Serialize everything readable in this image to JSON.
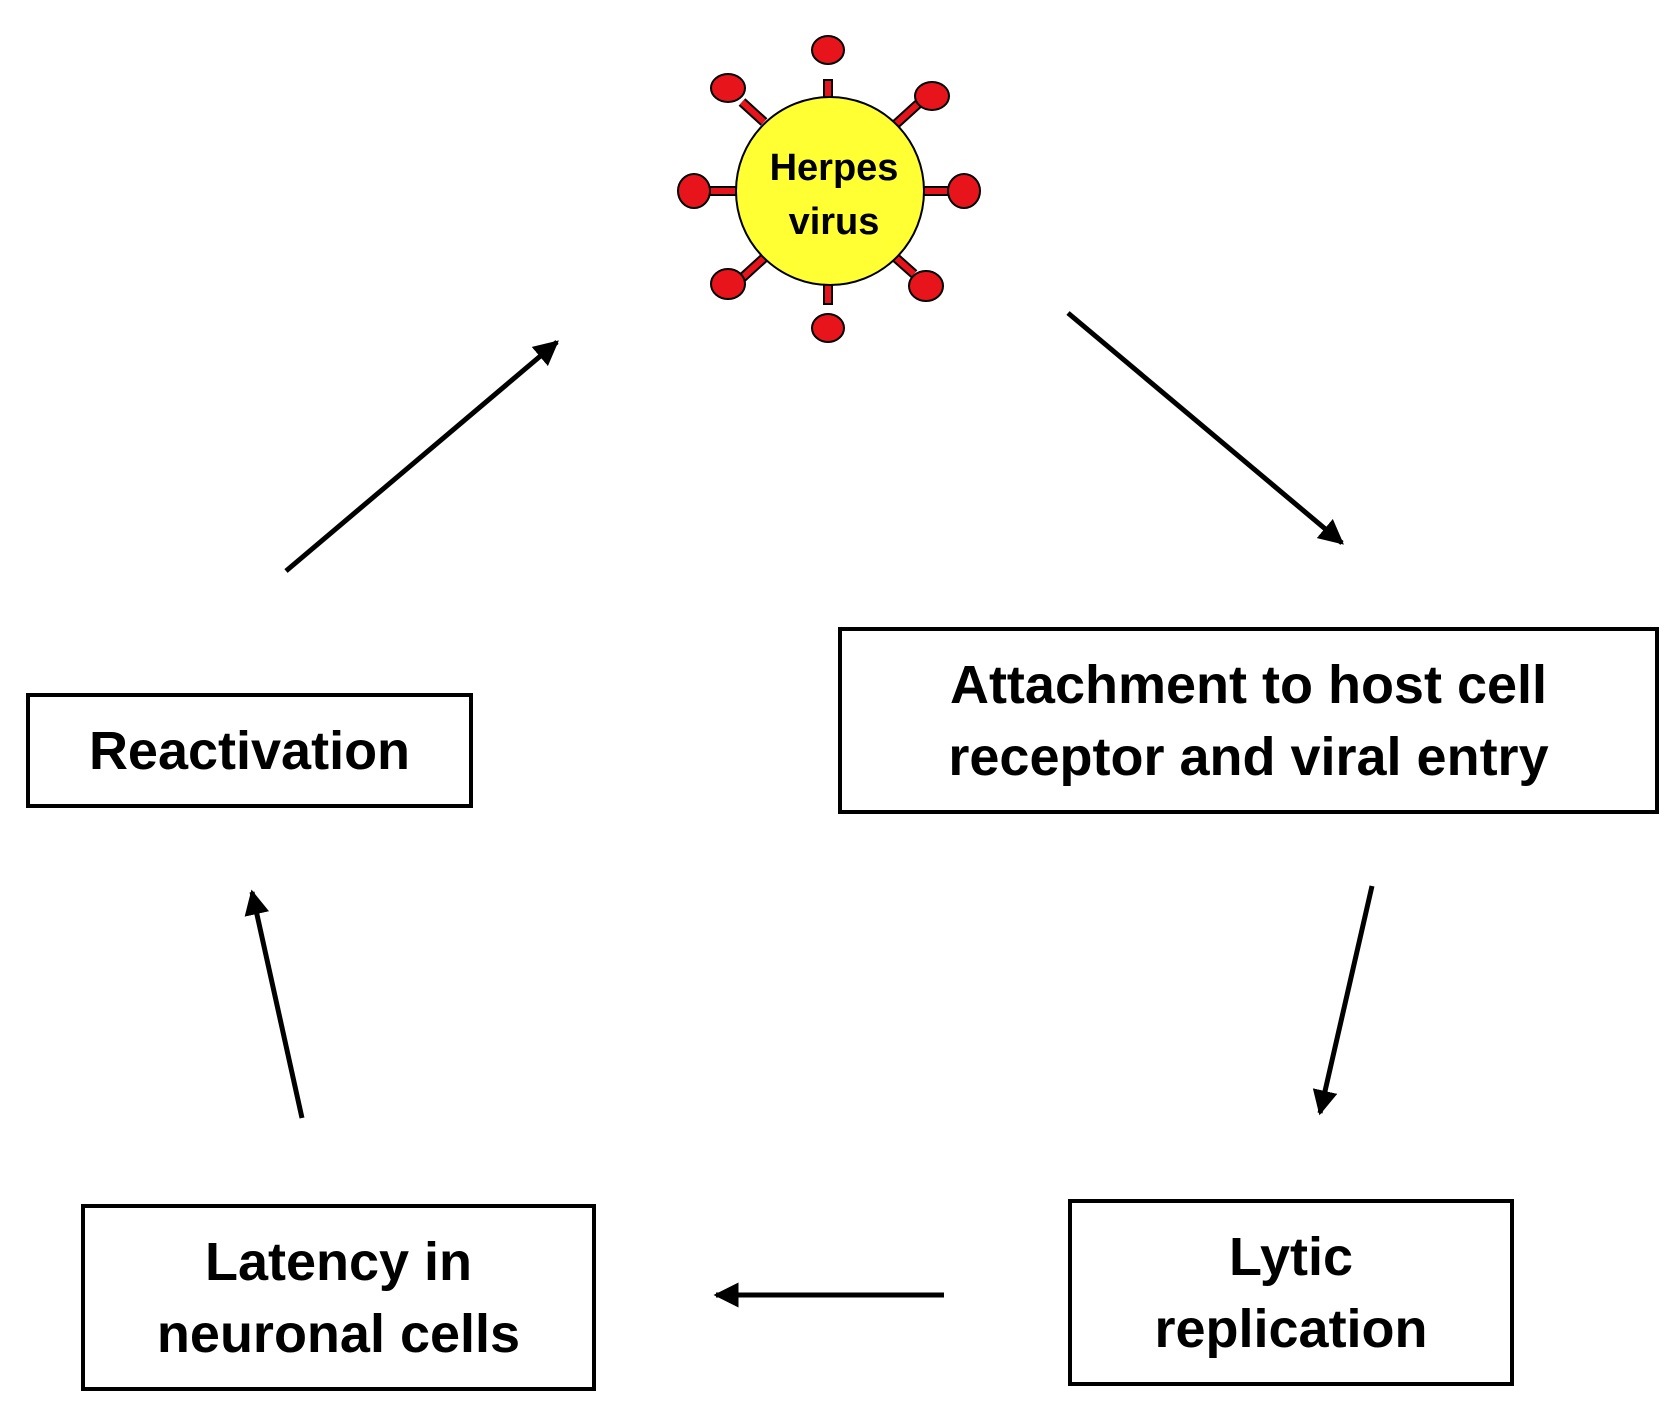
{
  "virus": {
    "line1": "Herpes",
    "line2": "virus",
    "body_color": "#ffff33",
    "spike_color": "#e8141c",
    "outline_color": "#000000"
  },
  "steps": {
    "attachment": {
      "line1": "Attachment to host cell",
      "line2": "receptor and viral entry"
    },
    "lytic": {
      "line1": "Lytic",
      "line2": "replication"
    },
    "latency": {
      "line1": "Latency in",
      "line2": "neuronal cells"
    },
    "reactivation": {
      "line1": "Reactivation"
    }
  },
  "cycle_order": [
    "virus",
    "attachment",
    "lytic",
    "latency",
    "reactivation",
    "virus"
  ],
  "arrow_color": "#000000"
}
